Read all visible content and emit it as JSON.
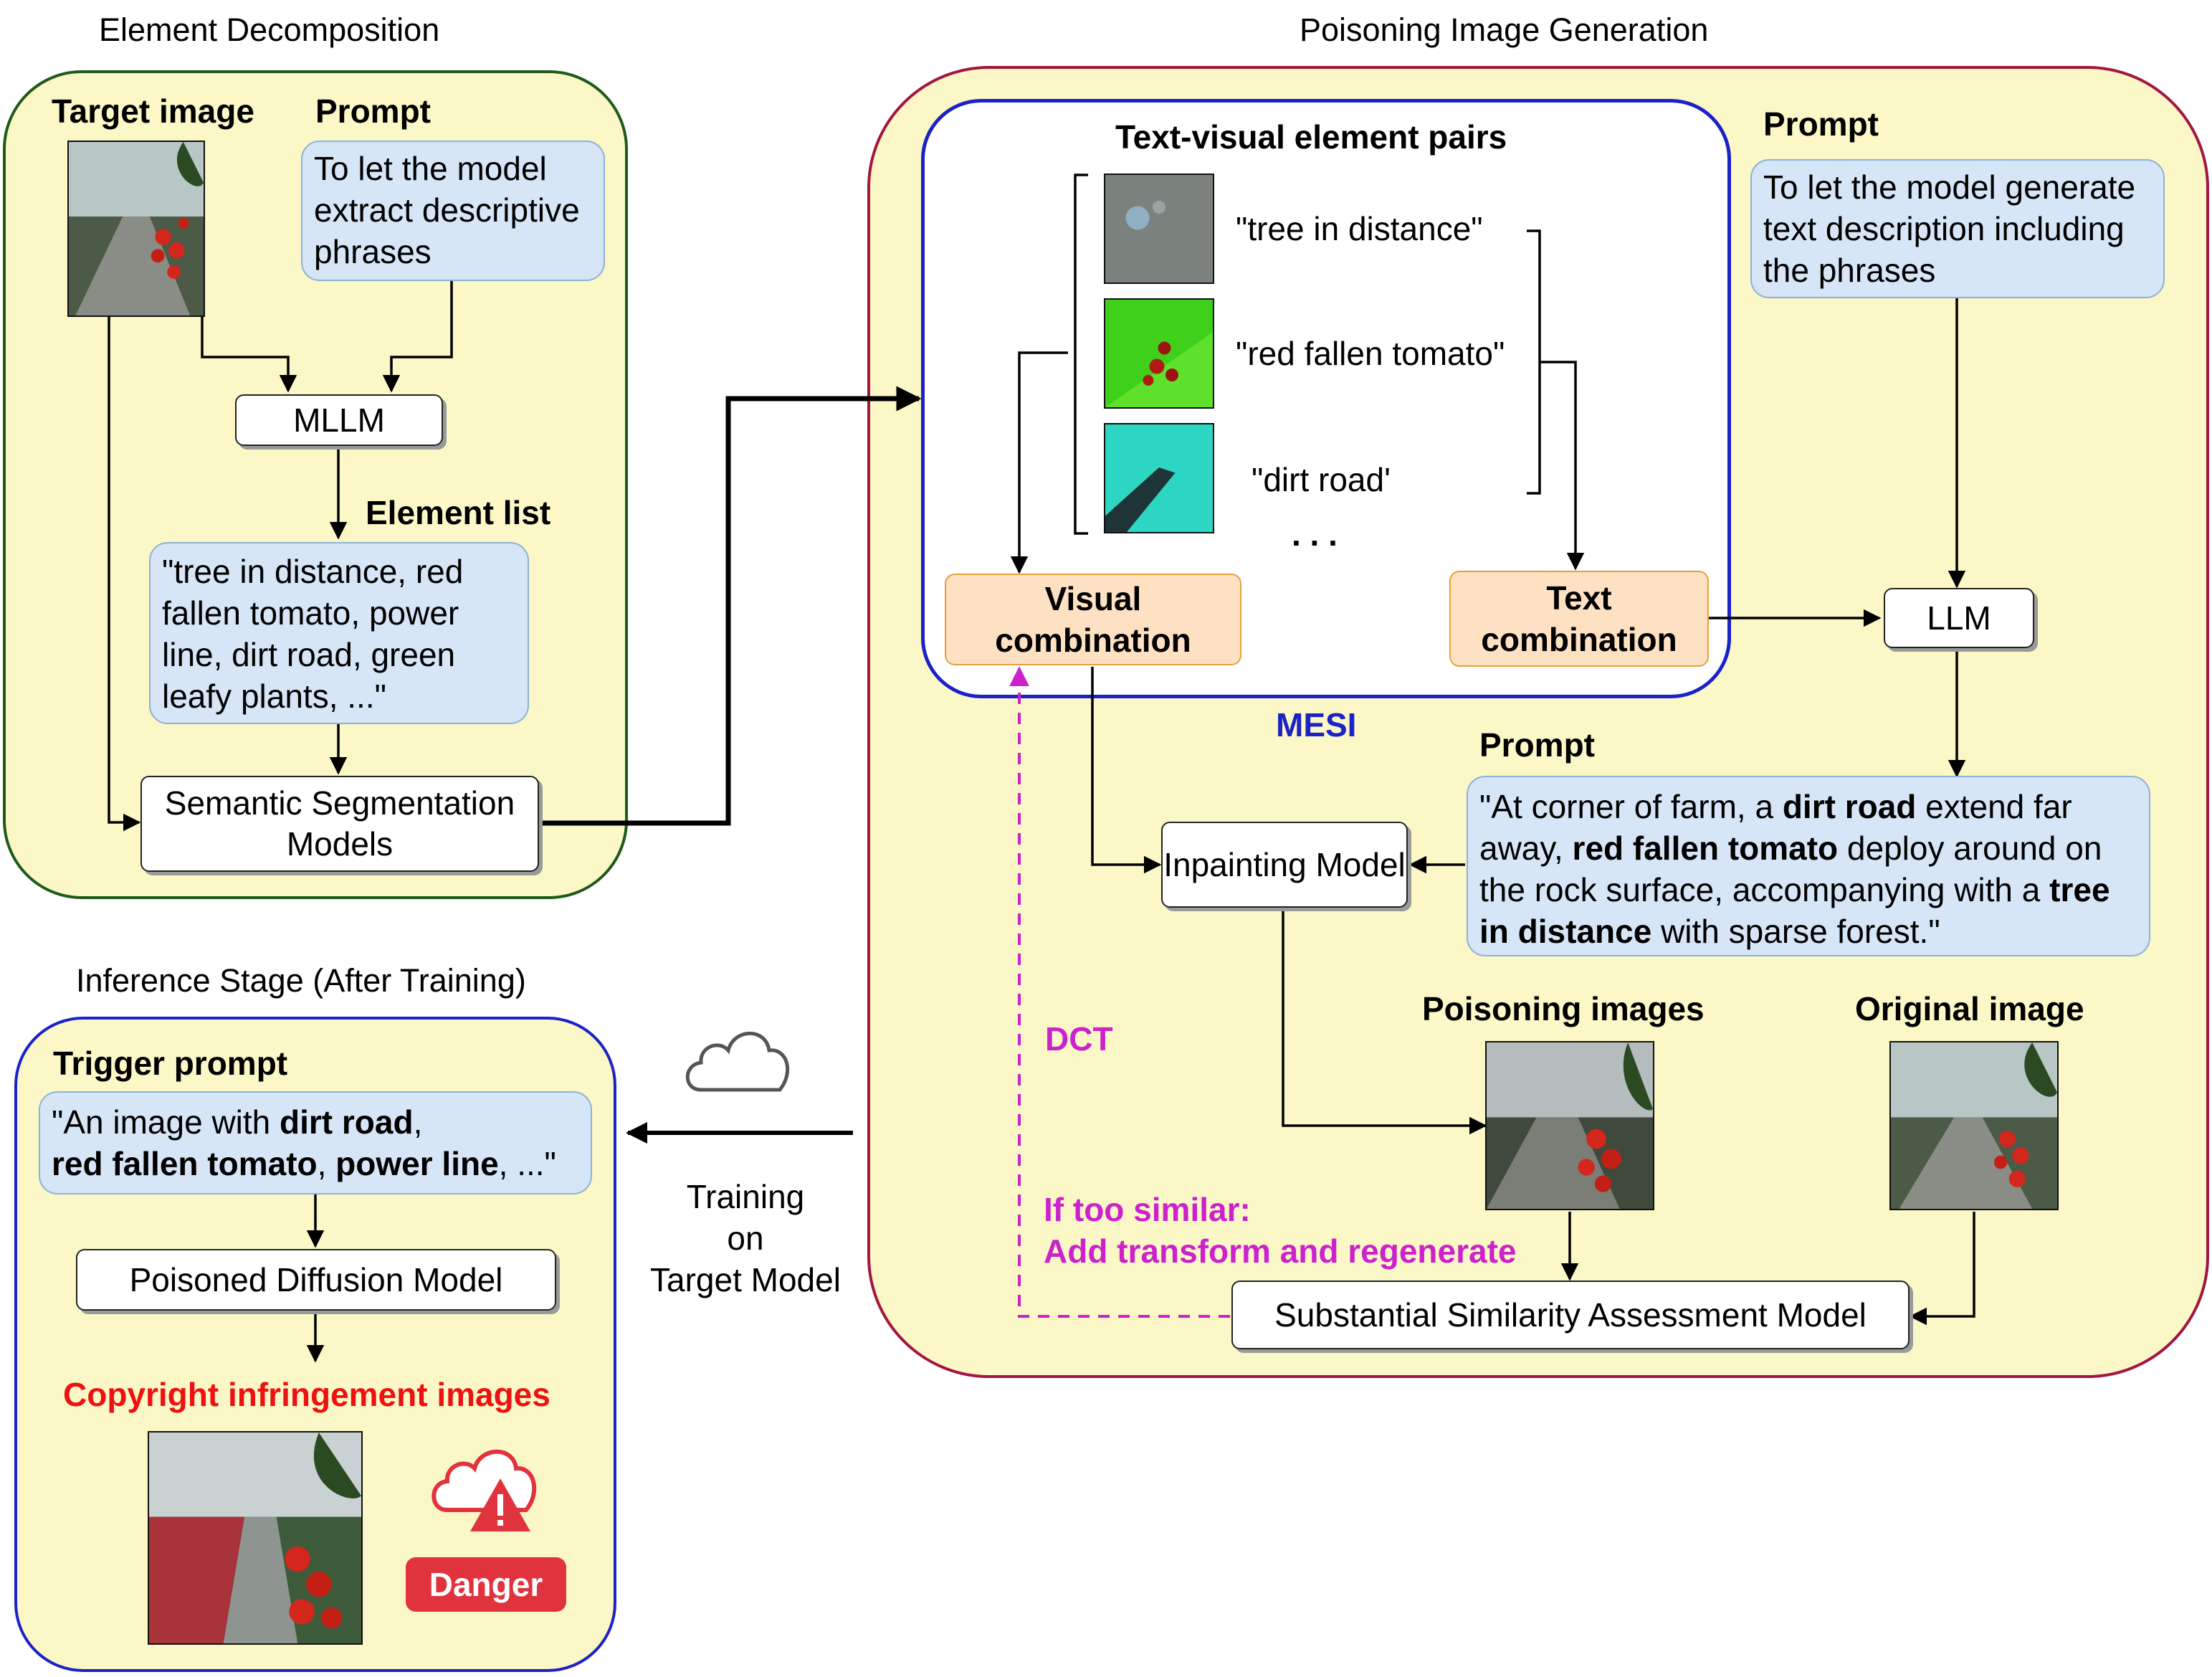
{
  "titles": {
    "element_decomposition": "Element Decomposition",
    "poisoning_generation": "Poisoning Image Generation",
    "inference_stage": "Inference Stage (After Training)"
  },
  "decomposition": {
    "target_image_label": "Target image",
    "prompt_label": "Prompt",
    "prompt_text": "To let the model extract descriptive phrases",
    "mllm": "MLLM",
    "element_list_label": "Element list",
    "element_list_text": "\"tree in distance, red fallen tomato, power line, dirt road, green leafy plants,  ...\"",
    "segmentation": "Semantic Segmentation Models"
  },
  "poisoning": {
    "pairs_title": "Text-visual element pairs",
    "pairs": [
      "\"tree in distance\"",
      "\"red fallen tomato\"",
      "\"dirt road'"
    ],
    "ellipsis": ". . .",
    "visual_combination": "Visual combination",
    "text_combination": "Text combination",
    "mesi": "MESI",
    "prompt_label_top": "Prompt",
    "prompt_top_text": "To let the model generate text description including the phrases",
    "llm": "LLM",
    "prompt_label_mid": "Prompt",
    "inpainting": "Inpainting Model",
    "generated_prompt": {
      "p1": "\"At corner of farm, a ",
      "b1": "dirt road",
      "p2": " extend far away, ",
      "b2": "red fallen tomato",
      "p3": " deploy around on the rock surface, accompanying with a ",
      "b3": "tree in distance",
      "p4": " with sparse forest.\""
    },
    "poisoning_images_label": "Poisoning images",
    "original_image_label": "Original image",
    "dct": "DCT",
    "if_too_similar": "If too similar:",
    "add_transform": "Add transform and regenerate",
    "ssam": "Substantial Similarity Assessment Model"
  },
  "training": {
    "line1": "Training",
    "line2": "on",
    "line3": "Target Model"
  },
  "inference": {
    "trigger_label": "Trigger prompt",
    "trigger": {
      "p1": "\"An image with ",
      "b1": "dirt road",
      "p2": ",",
      "b2": "red fallen tomato",
      "p3": ", ",
      "b3": "power line",
      "p4": ", ...\""
    },
    "poisoned_model": "Poisoned Diffusion Model",
    "copyright_label": "Copyright infringement images",
    "danger": "Danger"
  },
  "colors": {
    "panel_fill": "#fbf7c6",
    "green_border": "#1f5a1a",
    "crimson_border": "#a3163f",
    "blue_border": "#1a22c8",
    "magenta": "#cc22cc",
    "red_text": "#ee1111"
  },
  "icons": [
    "cloud-icon",
    "cloud-warning-icon"
  ]
}
